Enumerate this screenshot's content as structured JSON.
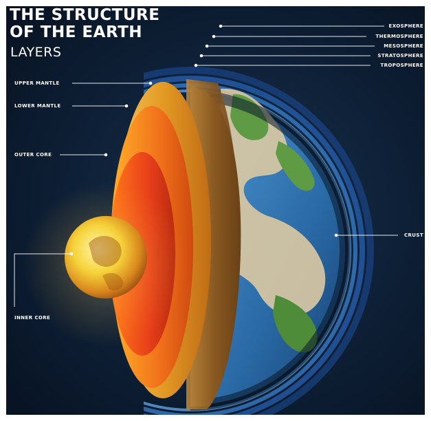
{
  "title_line1": "THE STRUCTURE",
  "title_line2": "OF THE EARTH",
  "subtitle": "LAYERS",
  "labels": {
    "exosphere": "EXOSPHERE",
    "thermosphere": "THERMOSPHERE",
    "mesosphere": "MESOSPHERE",
    "stratosphere": "STRATOSPHERE",
    "troposphere": "TROPOSPHERE",
    "upper_mantle": "UPPER MANTLE",
    "lower_mantle": "LOWER MANTLE",
    "outer_core": "OUTER CORE",
    "crust": "CRUST",
    "inner_core": "INNER CORE"
  },
  "colors": {
    "background": "#0c1a30",
    "ocean": "#2f78b8",
    "land": "#5f9a45",
    "crust_layer": "#9a6a2c",
    "upper_mantle": "#e3a228",
    "lower_mantle": "#f0731a",
    "outer_core": "#e84a12",
    "inner_core": "#f8d43a",
    "atmosphere": "#3f8fe6"
  }
}
